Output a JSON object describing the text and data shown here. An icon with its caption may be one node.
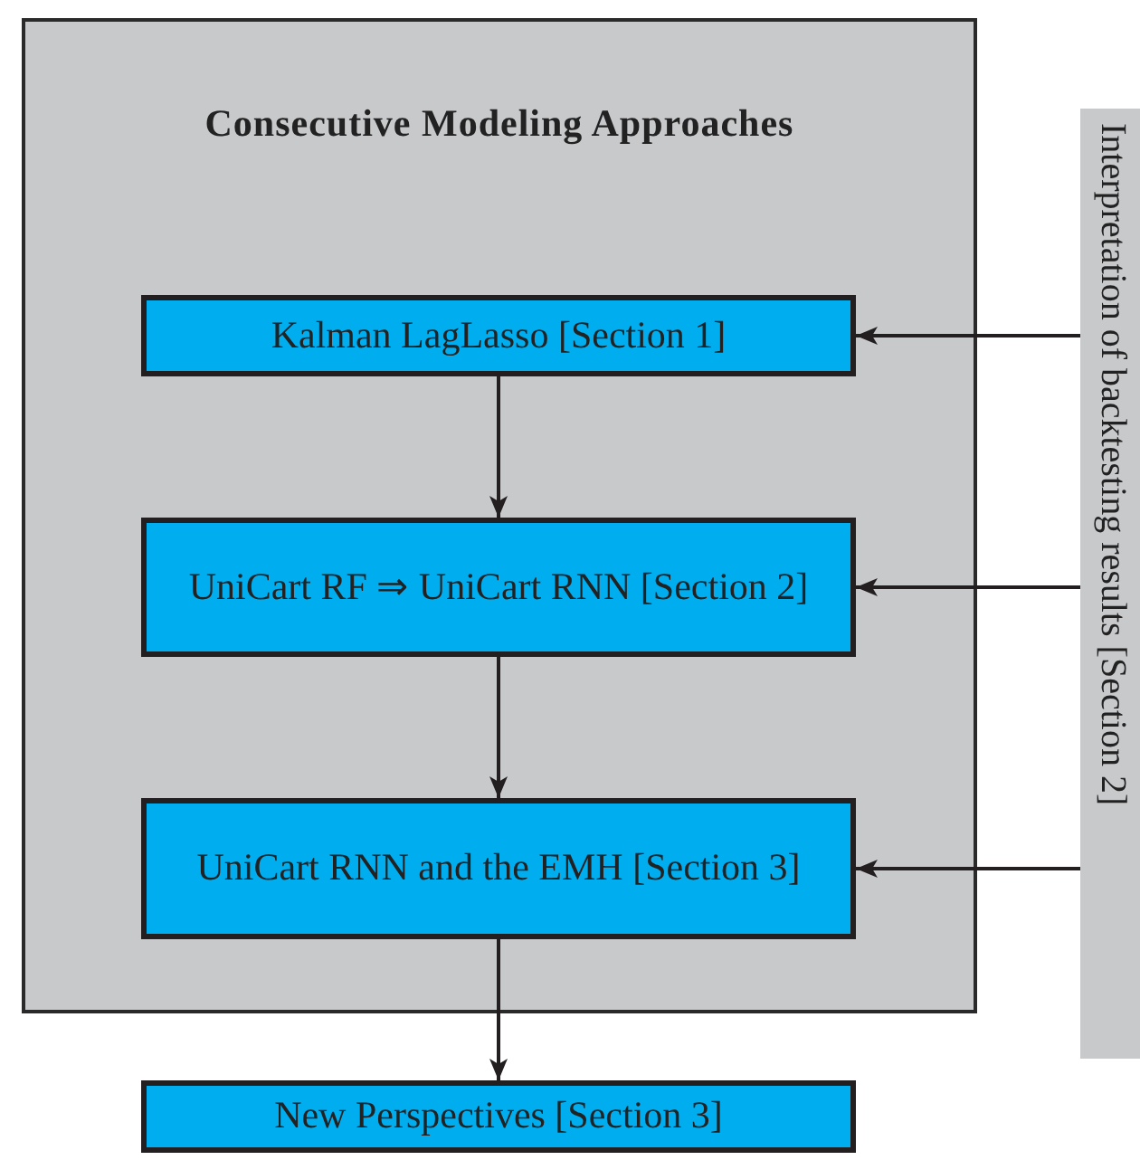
{
  "diagram": {
    "nodes": [
      {
        "text": [
          "Consecutive Modeling Approaches"
        ]
      },
      {
        "text": [
          "Kalman LagLasso [Section 1]"
        ],
        "in": 0
      },
      {
        "text": [
          "UniCart RF ⇒ UniCart RNN [Section 2]"
        ],
        "in": 0
      },
      {
        "text": [
          "UniCart RNN and the EMH [Section 3]"
        ],
        "in": 0
      },
      {
        "text": [
          "New Perspectives [Section 3]"
        ]
      },
      {
        "text": [
          "Interpretation of backtesting results [Section 2]"
        ]
      }
    ],
    "edges": [
      {
        "from": 1,
        "to": 2,
        "arrow": "to"
      },
      {
        "from": 2,
        "to": 3,
        "arrow": "to"
      },
      {
        "from": 3,
        "to": 4,
        "arrow": "to"
      },
      {
        "from": 5,
        "to": 1,
        "arrow": "to"
      },
      {
        "from": 5,
        "to": 2,
        "arrow": "to"
      },
      {
        "from": 5,
        "to": 3,
        "arrow": "to"
      }
    ]
  }
}
